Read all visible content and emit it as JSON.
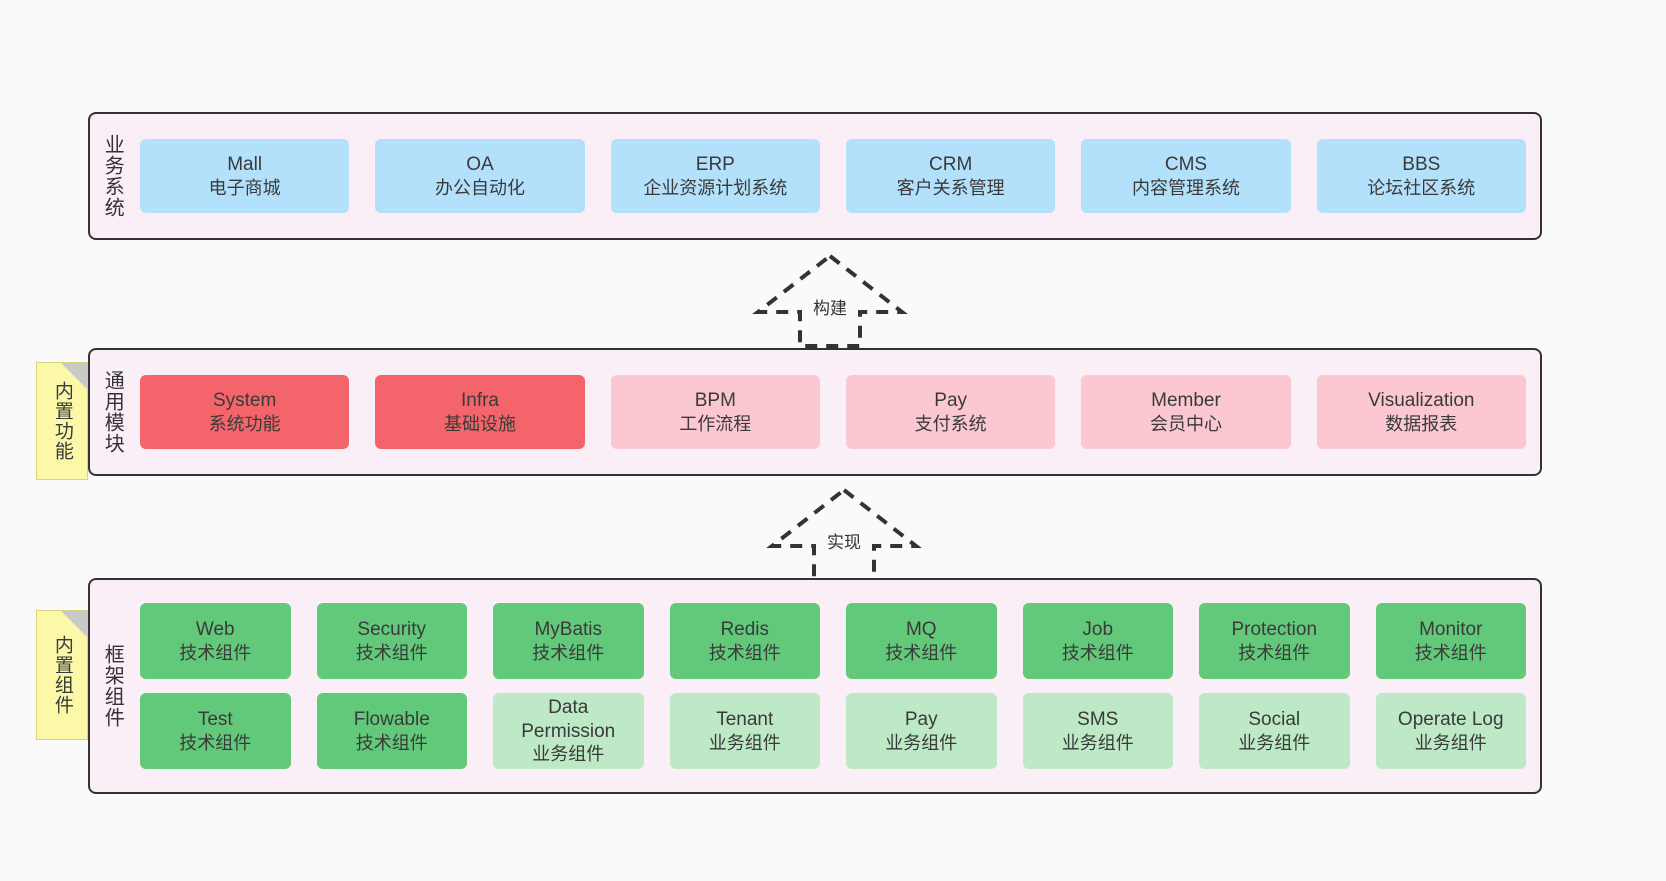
{
  "diagram": {
    "title": "",
    "colors": {
      "layer_background": "#fbeff7",
      "layer_border": "#333333",
      "business_node": "#b3e0fb",
      "core_module": "#f4656b",
      "optional_module": "#fbc7d0",
      "tech_component": "#63c97a",
      "biz_component": "#bde9c6",
      "note": "#fbf8a8",
      "canvas": "#fafafa"
    }
  },
  "notes": [
    {
      "name": "builtin-function",
      "label": "内置功能"
    },
    {
      "name": "builtin-component",
      "label": "内置组件"
    }
  ],
  "arrows": [
    {
      "name": "build",
      "label": "构建",
      "style": "dashed-hollow-up"
    },
    {
      "name": "implement",
      "label": "实现",
      "style": "dashed-hollow-up"
    }
  ],
  "layers": [
    {
      "name": "business-system",
      "title": "业务系统",
      "rows": [
        {
          "nodes": [
            {
              "en": "Mall",
              "cn": "电子商城",
              "color": "blue"
            },
            {
              "en": "OA",
              "cn": "办公自动化",
              "color": "blue"
            },
            {
              "en": "ERP",
              "cn": "企业资源计划系统",
              "color": "blue"
            },
            {
              "en": "CRM",
              "cn": "客户关系管理",
              "color": "blue"
            },
            {
              "en": "CMS",
              "cn": "内容管理系统",
              "color": "blue"
            },
            {
              "en": "BBS",
              "cn": "论坛社区系统",
              "color": "blue"
            }
          ]
        }
      ]
    },
    {
      "name": "common-module",
      "title": "通用模块",
      "rows": [
        {
          "nodes": [
            {
              "en": "System",
              "cn": "系统功能",
              "color": "red"
            },
            {
              "en": "Infra",
              "cn": "基础设施",
              "color": "red"
            },
            {
              "en": "BPM",
              "cn": "工作流程",
              "color": "pink"
            },
            {
              "en": "Pay",
              "cn": "支付系统",
              "color": "pink"
            },
            {
              "en": "Member",
              "cn": "会员中心",
              "color": "pink"
            },
            {
              "en": "Visualization",
              "cn": "数据报表",
              "color": "pink"
            }
          ]
        }
      ]
    },
    {
      "name": "framework-component",
      "title": "框架组件",
      "rows": [
        {
          "nodes": [
            {
              "en": "Web",
              "cn": "技术组件",
              "color": "green"
            },
            {
              "en": "Security",
              "cn": "技术组件",
              "color": "green"
            },
            {
              "en": "MyBatis",
              "cn": "技术组件",
              "color": "green"
            },
            {
              "en": "Redis",
              "cn": "技术组件",
              "color": "green"
            },
            {
              "en": "MQ",
              "cn": "技术组件",
              "color": "green"
            },
            {
              "en": "Job",
              "cn": "技术组件",
              "color": "green"
            },
            {
              "en": "Protection",
              "cn": "技术组件",
              "color": "green"
            },
            {
              "en": "Monitor",
              "cn": "技术组件",
              "color": "green"
            }
          ]
        },
        {
          "nodes": [
            {
              "en": "Test",
              "cn": "技术组件",
              "color": "green"
            },
            {
              "en": "Flowable",
              "cn": "技术组件",
              "color": "green"
            },
            {
              "en": "Data Permission",
              "cn": "业务组件",
              "color": "lgreen"
            },
            {
              "en": "Tenant",
              "cn": "业务组件",
              "color": "lgreen"
            },
            {
              "en": "Pay",
              "cn": "业务组件",
              "color": "lgreen"
            },
            {
              "en": "SMS",
              "cn": "业务组件",
              "color": "lgreen"
            },
            {
              "en": "Social",
              "cn": "业务组件",
              "color": "lgreen"
            },
            {
              "en": "Operate Log",
              "cn": "业务组件",
              "color": "lgreen"
            }
          ]
        }
      ]
    }
  ]
}
